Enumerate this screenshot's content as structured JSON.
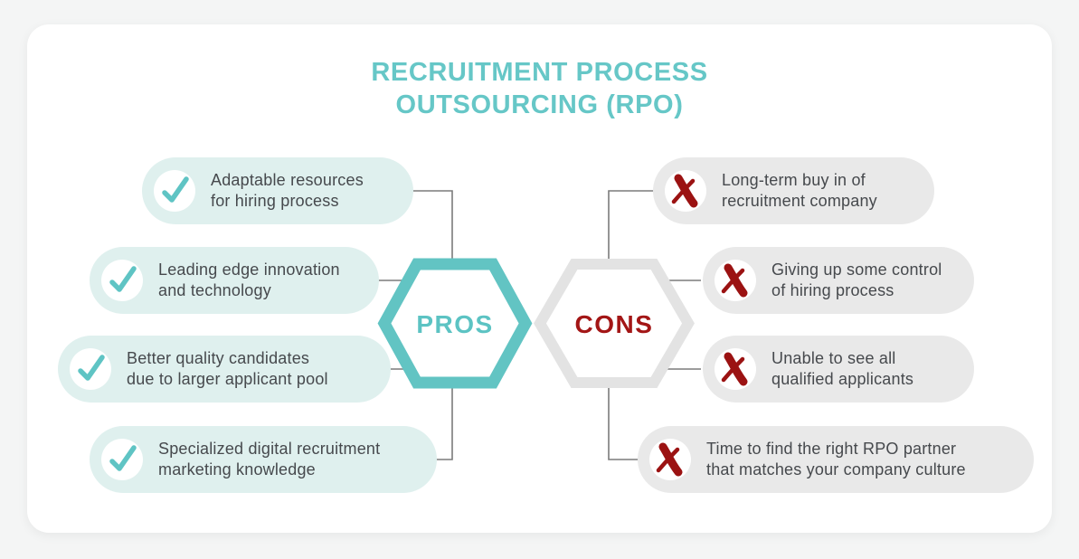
{
  "title": {
    "line1": "RECRUITMENT PROCESS",
    "line2": "OUTSOURCING (RPO)",
    "color": "#66c7c7"
  },
  "pros": {
    "label": "PROS",
    "accent_color": "#5fc4c4",
    "pill_background": "#dff0ee",
    "icon": "check-icon",
    "items": [
      {
        "text": "Adaptable resources\nfor hiring process"
      },
      {
        "text": "Leading edge innovation\nand technology"
      },
      {
        "text": "Better quality candidates\ndue to larger applicant pool"
      },
      {
        "text": "Specialized digital recruitment\nmarketing knowledge"
      }
    ]
  },
  "cons": {
    "label": "CONS",
    "accent_color": "#a31616",
    "pill_background": "#e9e9e9",
    "icon": "x-icon",
    "items": [
      {
        "text": "Long-term buy in of\nrecruitment company"
      },
      {
        "text": "Giving up some control\nof hiring process"
      },
      {
        "text": "Unable to see all\nqualified applicants"
      },
      {
        "text": "Time to find the right RPO partner\nthat matches your company culture"
      }
    ]
  },
  "colors": {
    "page_background": "#f4f5f5",
    "card_background": "#ffffff",
    "text": "#46494d",
    "connector_line": "#7b7b7b",
    "x_icon_red": "#9b1212",
    "hexagon_gray": "#e3e3e3"
  }
}
